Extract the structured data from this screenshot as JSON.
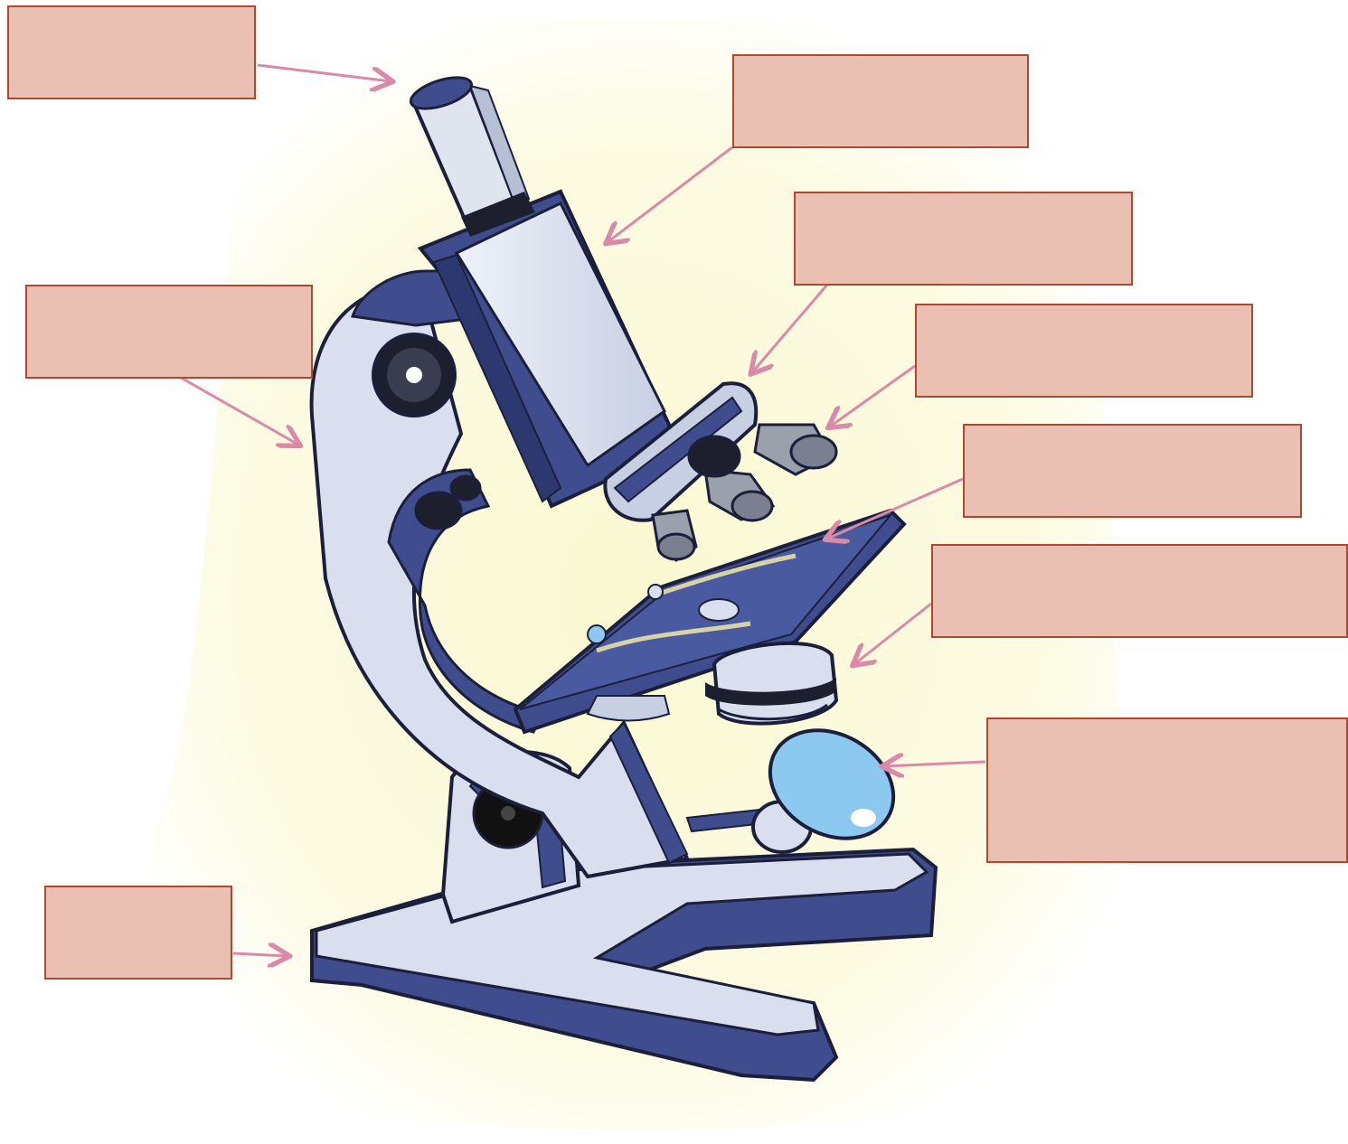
{
  "diagram": {
    "labels": [
      {
        "id": "eyepiece",
        "text": ""
      },
      {
        "id": "body-tube",
        "text": ""
      },
      {
        "id": "revolving-nosepiece",
        "text": ""
      },
      {
        "id": "objective-lenses",
        "text": ""
      },
      {
        "id": "stage",
        "text": ""
      },
      {
        "id": "diaphragm",
        "text": ""
      },
      {
        "id": "mirror",
        "text": ""
      },
      {
        "id": "arm",
        "text": ""
      },
      {
        "id": "base",
        "text": ""
      }
    ]
  },
  "colors": {
    "background_glow": "#fbf9d6",
    "label_fill": "#e9c0b2",
    "label_border": "#b0472f",
    "arrow": "#d98aa8",
    "microscope_light": "#d9dfee",
    "microscope_dark": "#3f4d8f",
    "outline": "#1b1f3a",
    "mirror_blue": "#8cc8f0"
  }
}
